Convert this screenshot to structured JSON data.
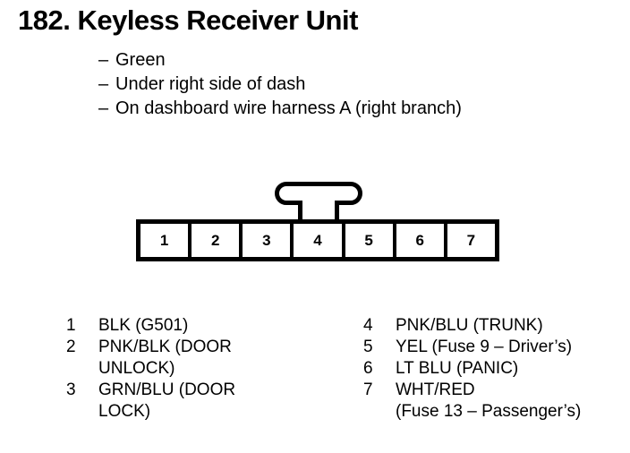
{
  "title": "182.  Keyless Receiver Unit",
  "notes": {
    "dash": "–",
    "items": [
      "Green",
      "Under right side of dash",
      "On dashboard wire harness A (right branch)"
    ]
  },
  "connector": {
    "pins": [
      "1",
      "2",
      "3",
      "4",
      "5",
      "6",
      "7"
    ],
    "latch_position_pin": "4",
    "outline_color": "#000000",
    "fill_color": "#ffffff"
  },
  "legend": {
    "left": [
      {
        "num": "1",
        "text": "BLK (G501)",
        "cont": ""
      },
      {
        "num": "2",
        "text": "PNK/BLK (DOOR",
        "cont": "UNLOCK)"
      },
      {
        "num": "3",
        "text": "GRN/BLU (DOOR",
        "cont": "LOCK)"
      }
    ],
    "right": [
      {
        "num": "4",
        "text": "PNK/BLU (TRUNK)",
        "cont": ""
      },
      {
        "num": "5",
        "text": "YEL (Fuse 9 – Driver’s)",
        "cont": ""
      },
      {
        "num": "6",
        "text": "LT BLU (PANIC)",
        "cont": ""
      },
      {
        "num": "7",
        "text": "WHT/RED",
        "cont": "(Fuse 13 – Passenger’s)"
      }
    ]
  }
}
